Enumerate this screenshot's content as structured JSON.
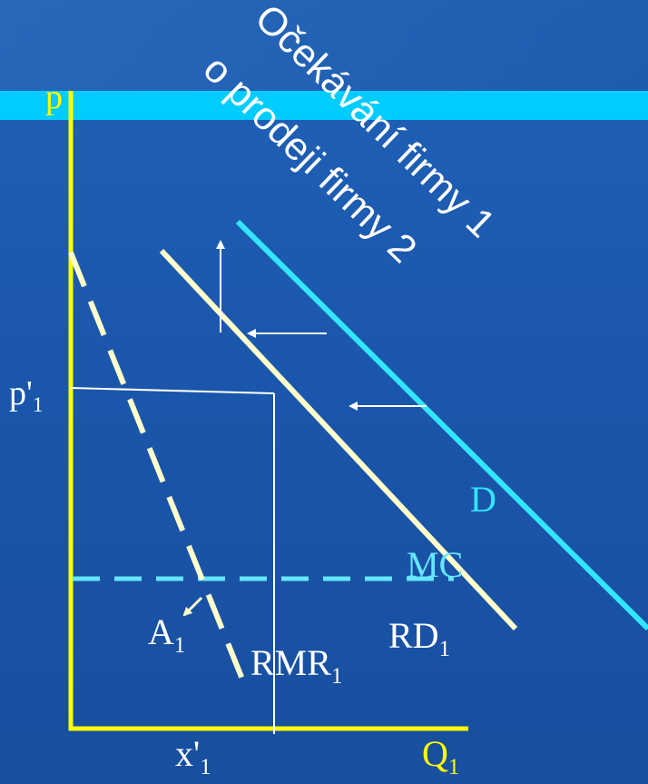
{
  "labels": {
    "p": "p",
    "p1_main": "p'",
    "p1_sub": "1",
    "x1_main": "x'",
    "x1_sub": "1",
    "q1_main": "Q",
    "q1_sub": "1",
    "d": "D",
    "mc": "MC",
    "rd1_main": "RD",
    "rd1_sub": "1",
    "a1_main": "A",
    "a1_sub": "1",
    "rmr1_main": "RMR",
    "rmr1_sub": "1"
  },
  "annotation": {
    "line1": "Očekávání firmy 1",
    "line2": "o prodeji firmy 2"
  },
  "colors": {
    "axis": "#ffff00",
    "demand": "#33e6ff",
    "residual_demand": "#ffffcc",
    "marginal_cost": "#66e6ff",
    "rmr": "#ffffcc",
    "guide": "#ffffff",
    "background": "#1a5bb0",
    "band": "#00ccff"
  }
}
